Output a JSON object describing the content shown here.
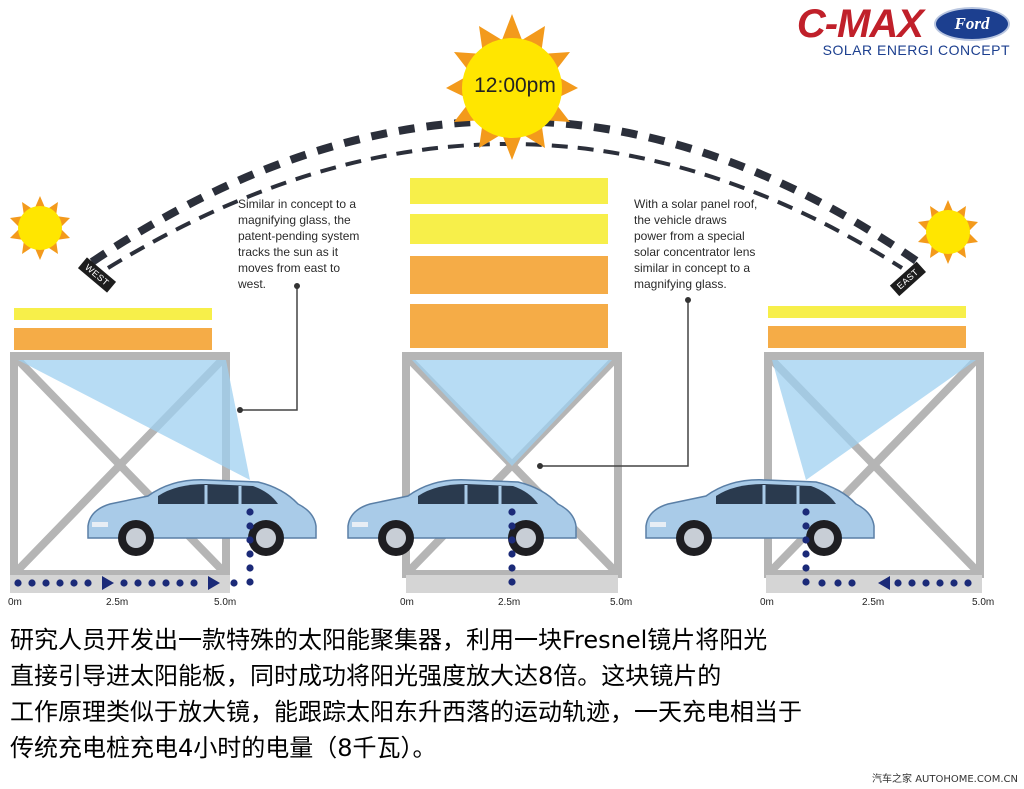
{
  "brand": {
    "model": "C-MAX",
    "maker": "Ford",
    "subtitle": "SOLAR ENERGI CONCEPT"
  },
  "sun": {
    "time_label": "12:00pm"
  },
  "directions": {
    "west": "WEST",
    "east": "EAST"
  },
  "notes": {
    "left": "Similar in concept to a\nmagnifying glass, the\npatent-pending system\ntracks the sun as it\nmoves from east to\nwest.",
    "right": "With a solar panel roof,\nthe vehicle draws\npower from a special\nsolar concentrator lens\nsimilar in concept to a\nmagnifying glass."
  },
  "scale": {
    "start": "0m",
    "mid": "2.5m",
    "end": "5.0m"
  },
  "caption": {
    "line1": "研究人员开发出一款特殊的太阳能聚集器，利用一块Fresnel镜片将阳光",
    "line2": "直接引导进太阳能板，同时成功将阳光强度放大达8倍。这块镜片的",
    "line3": "工作原理类似于放大镜，能跟踪太阳东升西落的运动轨迹，一天充电相当于",
    "line4": "传统充电桩充电4小时的电量（8千瓦）。"
  },
  "watermark": "汽车之家 AUTOHOME.COM.CN",
  "colors": {
    "sun": "#ffe600",
    "sun_ray": "#f39a1c",
    "band_yellow": "#f7ef4a",
    "band_orange": "#f5ac47",
    "beam": "#9fd0f0",
    "car": "#a9cbe8",
    "dots": "#1b2a78",
    "arc": "#2b2f3a",
    "brand_red": "#c0202a",
    "brand_blue": "#1c3f8f"
  }
}
